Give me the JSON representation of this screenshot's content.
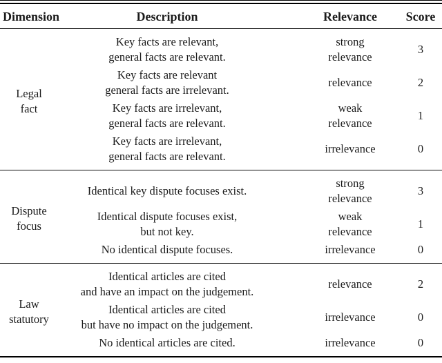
{
  "colors": {
    "background": "#ffffff",
    "text": "#1b1b1b",
    "rule": "#000000"
  },
  "table": {
    "header": {
      "dimension": "Dimension",
      "description": "Description",
      "relevance": "Relevance",
      "score": "Score"
    },
    "sections": [
      {
        "dimension_lines": [
          "Legal",
          "fact"
        ],
        "rows": [
          {
            "description_lines": [
              "Key facts are relevant,",
              "general facts are relevant."
            ],
            "relevance_lines": [
              "strong",
              "relevance"
            ],
            "score": "3"
          },
          {
            "description_lines": [
              "Key facts are relevant",
              "general facts are irrelevant."
            ],
            "relevance_lines": [
              "relevance"
            ],
            "score": "2"
          },
          {
            "description_lines": [
              "Key facts are irrelevant,",
              "general facts are relevant."
            ],
            "relevance_lines": [
              "weak",
              "relevance"
            ],
            "score": "1"
          },
          {
            "description_lines": [
              "Key facts are irrelevant,",
              "general facts are relevant."
            ],
            "relevance_lines": [
              "irrelevance"
            ],
            "score": "0"
          }
        ]
      },
      {
        "dimension_lines": [
          "Dispute",
          "focus"
        ],
        "rows": [
          {
            "description_lines": [
              "Identical key dispute focuses exist."
            ],
            "relevance_lines": [
              "strong",
              "relevance"
            ],
            "score": "3"
          },
          {
            "description_lines": [
              "Identical dispute focuses exist,",
              "but not key."
            ],
            "relevance_lines": [
              "weak",
              "relevance"
            ],
            "score": "1"
          },
          {
            "description_lines": [
              "No identical dispute focuses."
            ],
            "relevance_lines": [
              "irrelevance"
            ],
            "score": "0"
          }
        ]
      },
      {
        "dimension_lines": [
          "Law",
          "statutory"
        ],
        "rows": [
          {
            "description_lines": [
              "Identical articles are cited",
              "and have an impact on the judgement."
            ],
            "relevance_lines": [
              "relevance"
            ],
            "score": "2"
          },
          {
            "description_lines": [
              "Identical articles are cited",
              "but have no impact on the judgement."
            ],
            "relevance_lines": [
              "irrelevance"
            ],
            "score": "0"
          },
          {
            "description_lines": [
              "No identical articles are cited."
            ],
            "relevance_lines": [
              "irrelevance"
            ],
            "score": "0"
          }
        ]
      }
    ]
  }
}
